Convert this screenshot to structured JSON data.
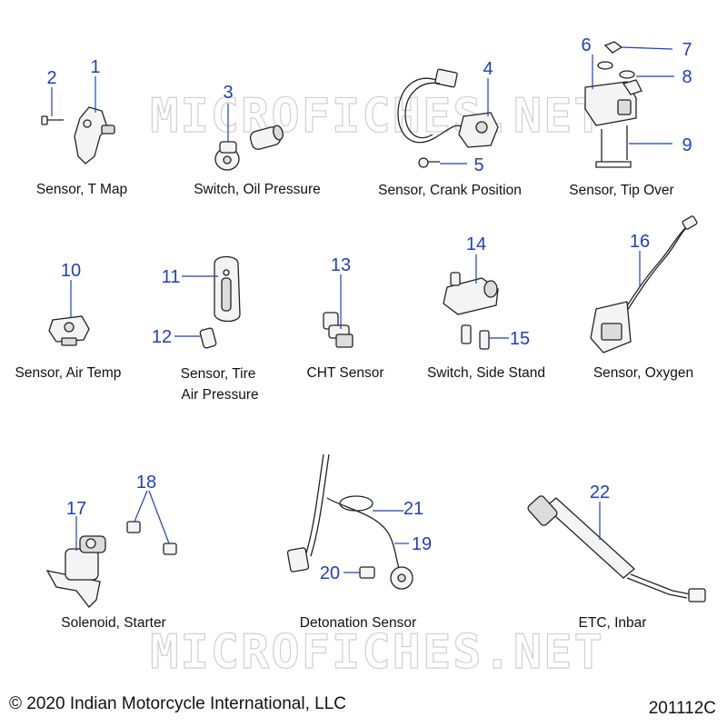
{
  "watermark": "MICROFICHES.NET",
  "copyright": "© 2020 Indian Motorcycle International, LLC",
  "drawing_number": "201112C",
  "groups": [
    {
      "caption": "Sensor, T Map",
      "callouts": [
        "1",
        "2"
      ]
    },
    {
      "caption": "Switch, Oil Pressure",
      "callouts": [
        "3"
      ]
    },
    {
      "caption": "Sensor, Crank Position",
      "callouts": [
        "4",
        "5"
      ]
    },
    {
      "caption": "Sensor, Tip Over",
      "callouts": [
        "6",
        "7",
        "8",
        "9"
      ]
    },
    {
      "caption": "Sensor, Air Temp",
      "callouts": [
        "10"
      ]
    },
    {
      "caption_lines": [
        "Sensor, Tire",
        "Air Pressure"
      ],
      "callouts": [
        "11",
        "12"
      ]
    },
    {
      "caption": "CHT Sensor",
      "callouts": [
        "13"
      ]
    },
    {
      "caption": "Switch, Side Stand",
      "callouts": [
        "14",
        "15"
      ]
    },
    {
      "caption": "Sensor, Oxygen",
      "callouts": [
        "16"
      ]
    },
    {
      "caption": "Solenoid, Starter",
      "callouts": [
        "17",
        "18"
      ]
    },
    {
      "caption": "Detonation Sensor",
      "callouts": [
        "19",
        "20",
        "21"
      ]
    },
    {
      "caption": "ETC, Inbar",
      "callouts": [
        "22"
      ]
    }
  ]
}
